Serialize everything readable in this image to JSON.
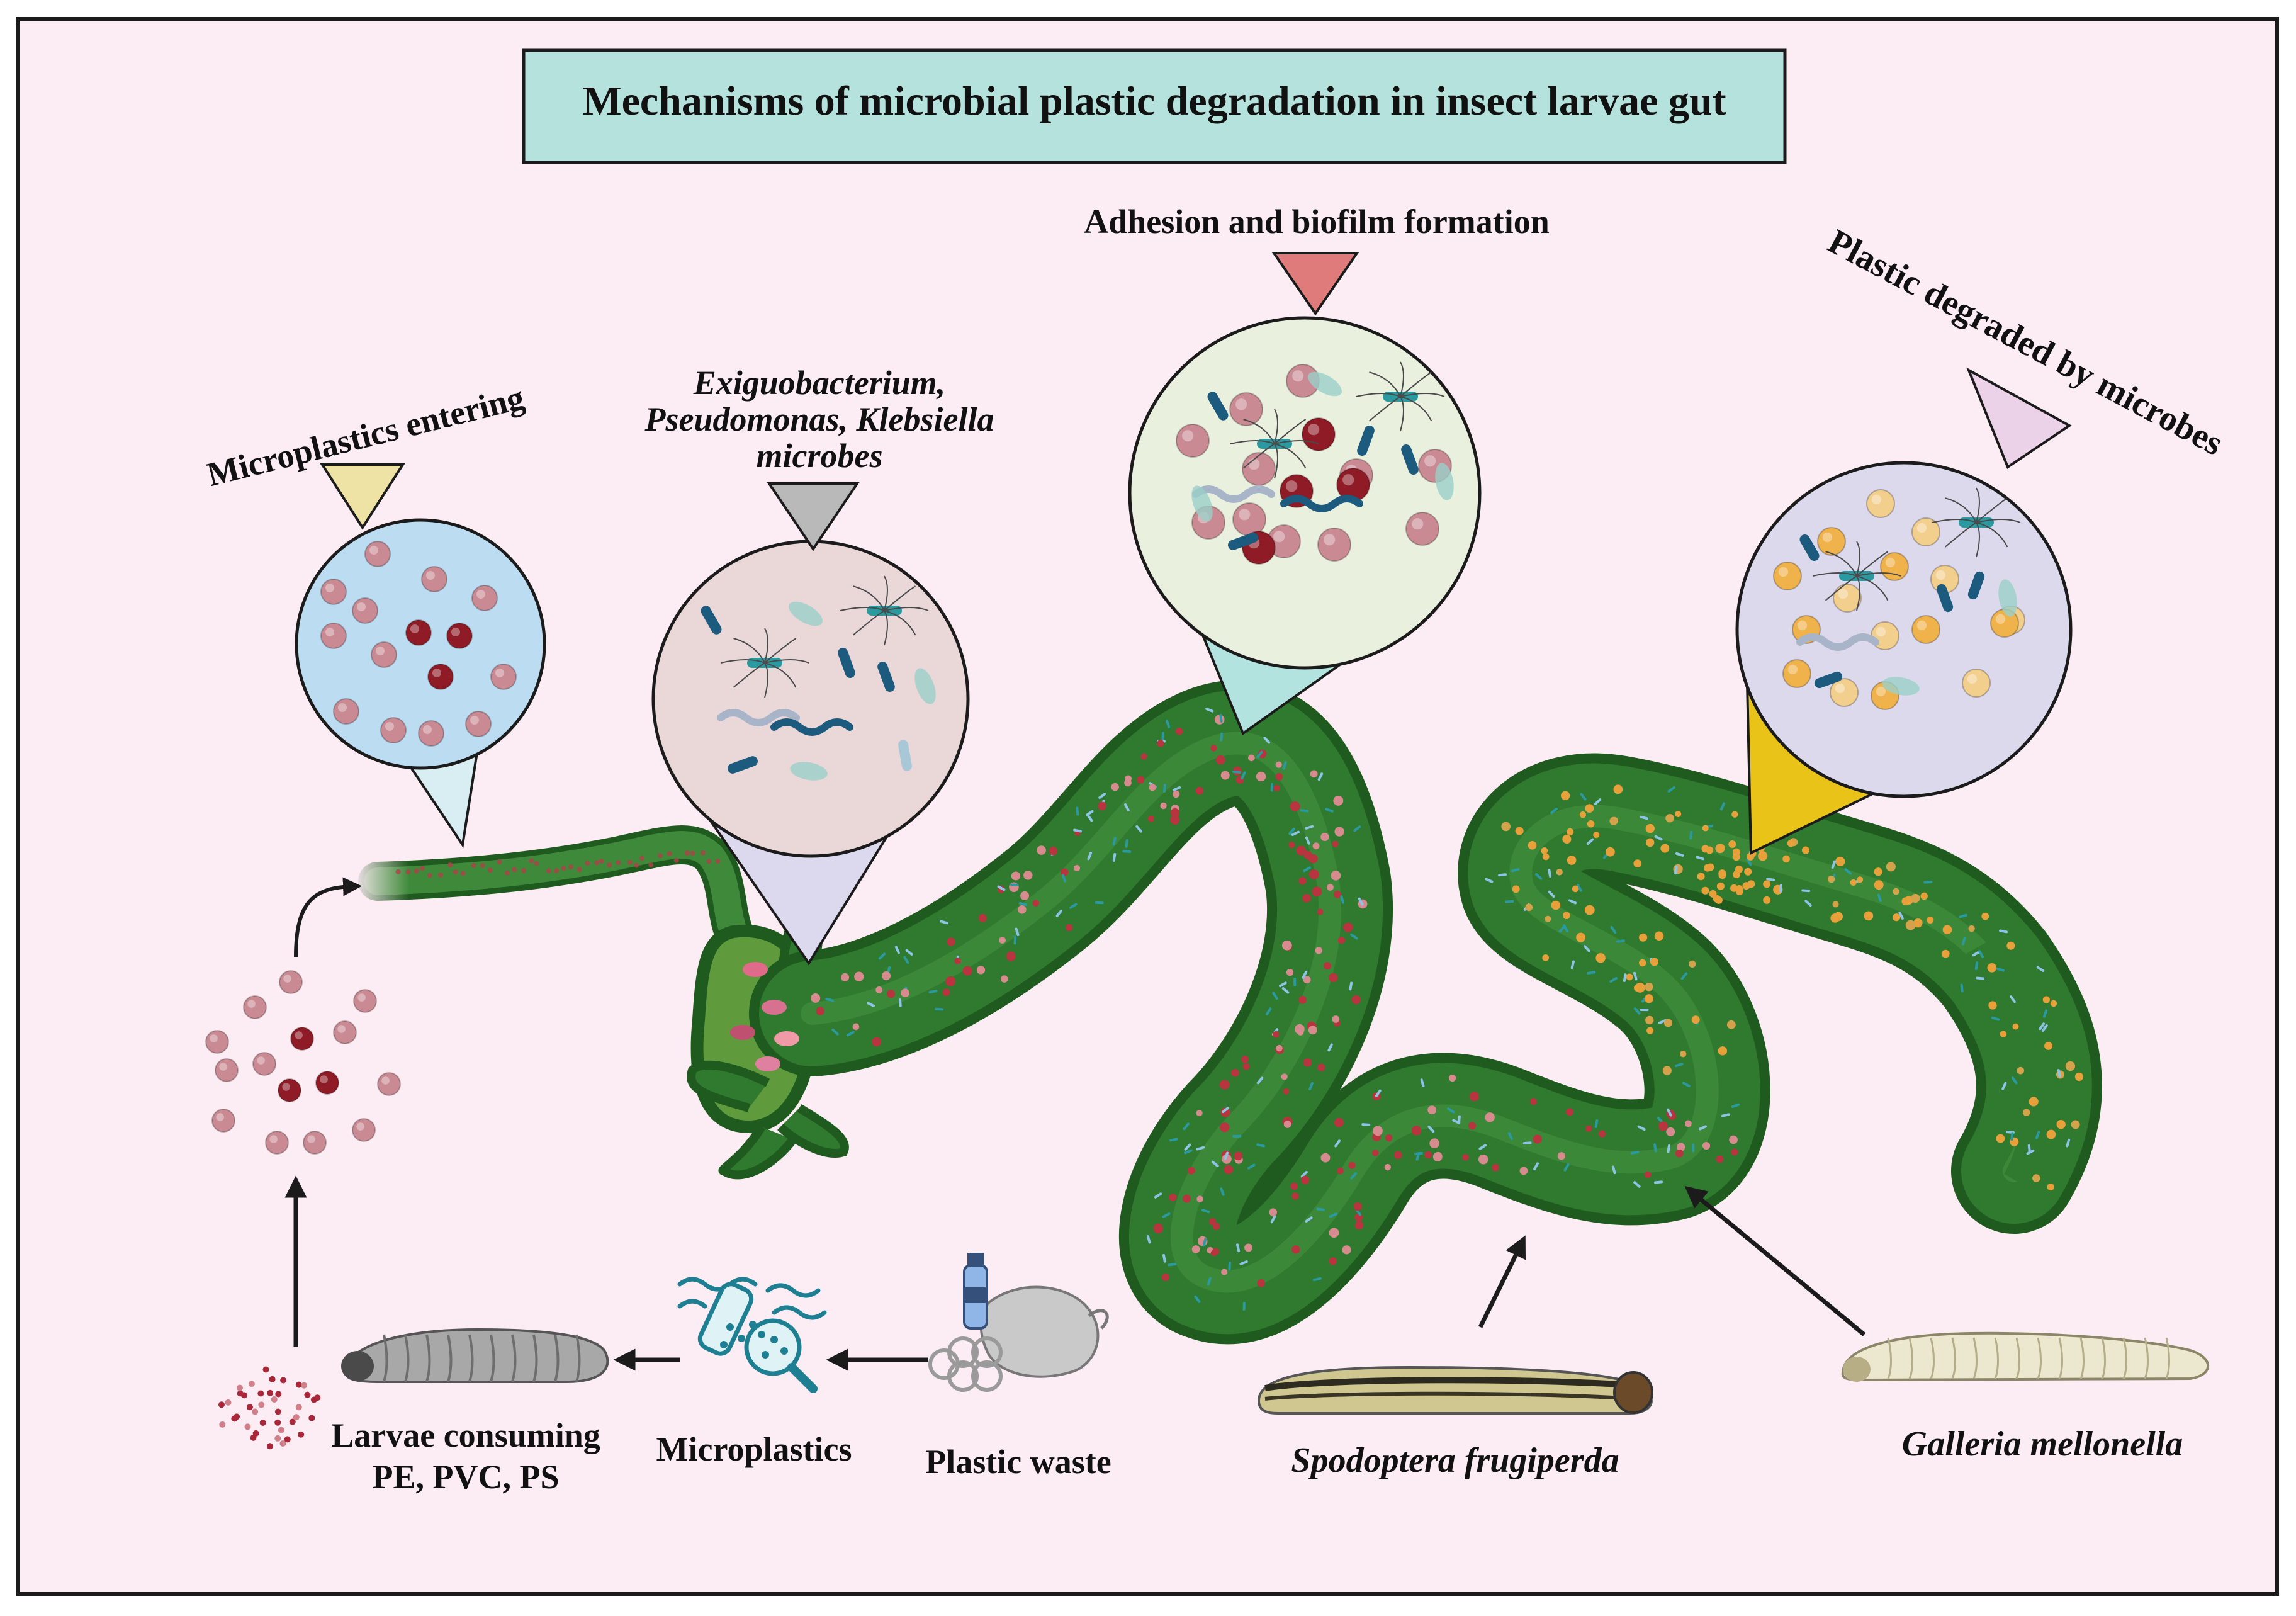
{
  "title": "Mechanisms of microbial plastic degradation in insect larvae gut",
  "labels": {
    "microplastics_entering": "Microplastics entering",
    "microbes_line1": "Exiguobacterium,",
    "microbes_line2": "Pseudomonas, Klebsiella",
    "microbes_line3": "microbes",
    "adhesion": "Adhesion and biofilm formation",
    "degraded": "Plastic degraded by microbes",
    "larvae_line1": "Larvae consuming",
    "larvae_line2": "PE, PVC, PS",
    "microplastics": "Microplastics",
    "plastic_waste": "Plastic waste",
    "spodoptera": "Spodoptera frugiperda",
    "galleria": "Galleria mellonella"
  },
  "colors": {
    "background": "#fcecf3",
    "title_box": "#b5e2dc",
    "gut_dark": "#1f5a1f",
    "gut_main": "#2f7a2e",
    "microplastic_dark": "#8e1b25",
    "microplastic_light": "#c98a93",
    "degraded_particle": "#e8a03a",
    "bacteria_blue": "#1c5a7e",
    "bacteria_teal": "#2a9aa0",
    "bubble_entering": "#bcdcf2",
    "bubble_microbes": "#ead8d8",
    "bubble_biofilm": "#eaf0de",
    "bubble_degraded": "#dcd9ec",
    "cone_entering": "#d8eef2",
    "cone_microbes": "#dcd9ef",
    "cone_biofilm": "#b3e3de",
    "cone_degraded": "#e9c318",
    "marker_entering": "#efe2a5",
    "marker_microbes": "#b9b9b9",
    "marker_biofilm": "#e07b7b",
    "marker_degraded": "#ecd2e8"
  },
  "icons": {
    "larva_grey": "grey-larva-icon",
    "larva_spodoptera": "striped-caterpillar-icon",
    "larva_galleria": "waxworm-icon",
    "microplastics": "magnifier-bottle-icon",
    "plastic_waste": "plastic-bag-bottle-icon",
    "arrows": "arrow-icon"
  }
}
